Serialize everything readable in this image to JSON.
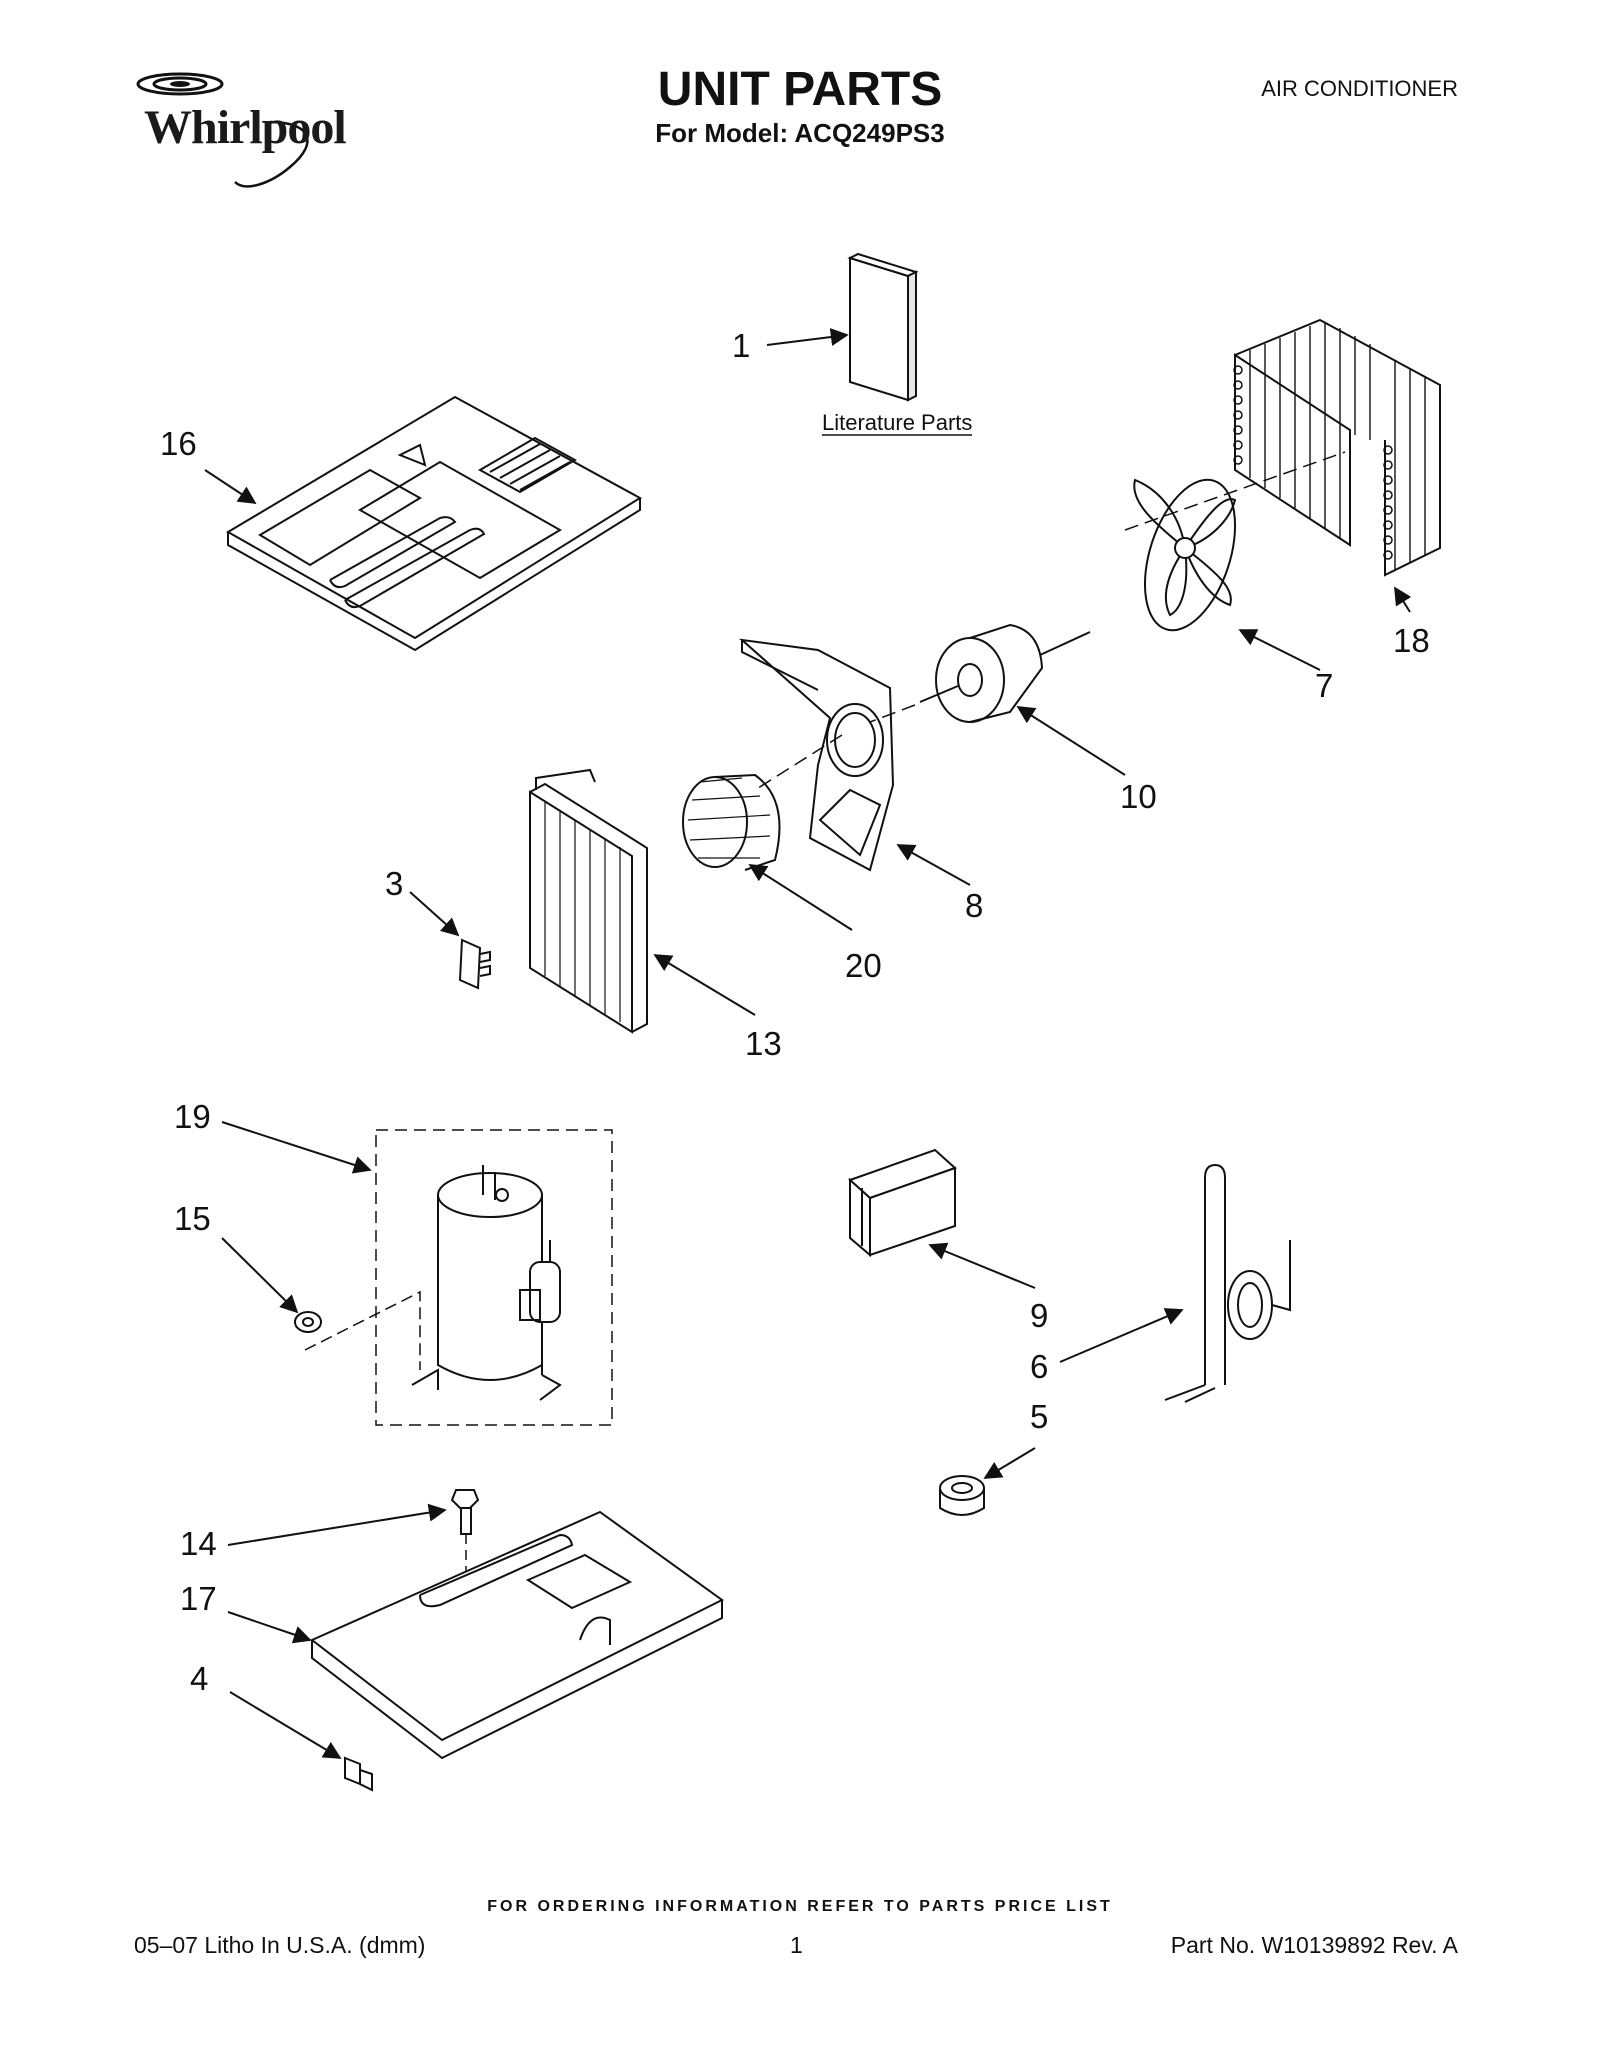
{
  "header": {
    "brand": "Whirlpool",
    "title": "UNIT PARTS",
    "subtitle": "For Model: ACQ249PS3",
    "category": "AIR CONDITIONER"
  },
  "diagram": {
    "literature_label": "Literature Parts",
    "callouts": [
      "1",
      "16",
      "18",
      "7",
      "10",
      "8",
      "20",
      "3",
      "13",
      "19",
      "15",
      "9",
      "6",
      "5",
      "14",
      "17",
      "4"
    ]
  },
  "footer": {
    "ordering_note": "FOR ORDERING INFORMATION REFER TO PARTS PRICE LIST",
    "litho": "05–07 Litho In U.S.A. (dmm)",
    "page_number": "1",
    "part_number": "Part No. W10139892 Rev. A"
  }
}
